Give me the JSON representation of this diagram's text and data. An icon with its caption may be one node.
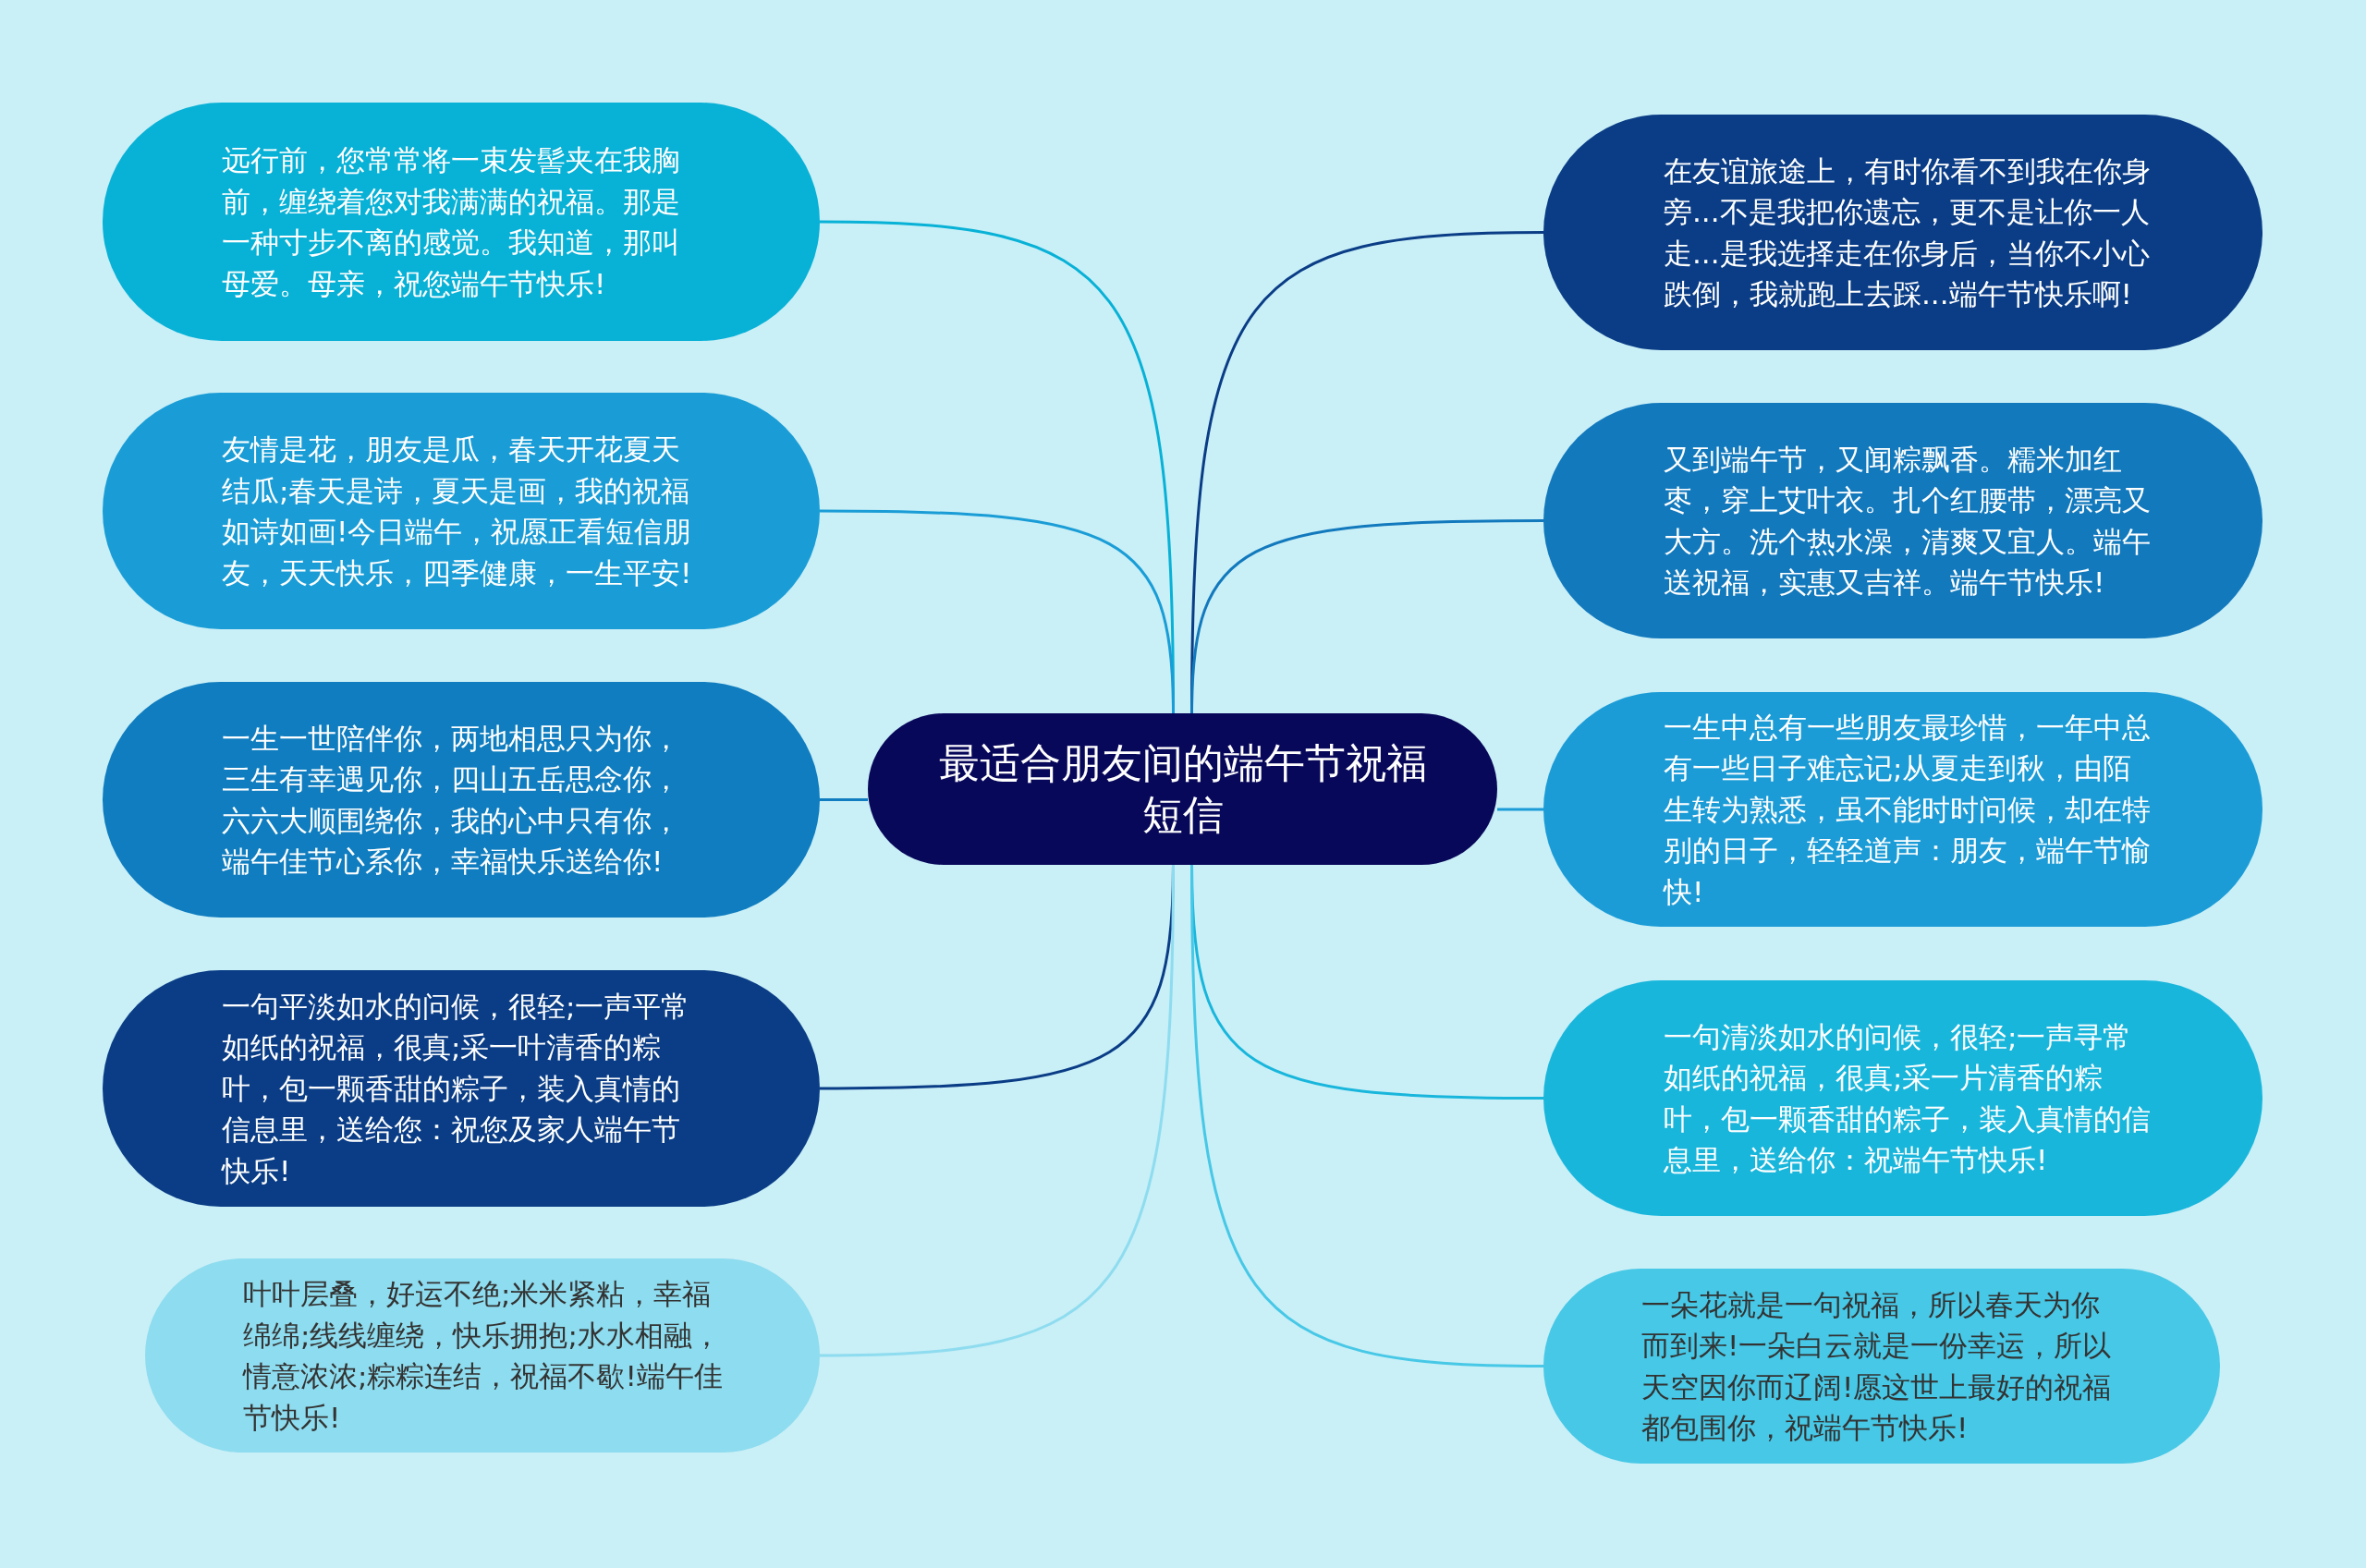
{
  "diagram": {
    "nodes": [
      {
        "text": [
          "最适合朋友间的端午节祝福短信"
        ]
      },
      {
        "text": [
          "远行前，您常常将一束发髻夹在我胸前，缠绕着您对我满满的祝福。那是一种寸步不离的感觉。我知道，那叫母爱。母亲，祝您端午节快乐!"
        ]
      },
      {
        "text": [
          "友情是花，朋友是瓜，春天开花夏天结瓜;春天是诗，夏天是画，我的祝福如诗如画!今日端午，祝愿正看短信朋友，天天快乐，四季健康，一生平安!"
        ]
      },
      {
        "text": [
          "一生一世陪伴你，两地相思只为你，三生有幸遇见你，四山五岳思念你，六六大顺围绕你，我的心中只有你，端午佳节心系你，幸福快乐送给你!"
        ]
      },
      {
        "text": [
          "一句平淡如水的问候，很轻;一声平常如纸的祝福，很真;采一叶清香的粽叶，包一颗香甜的粽子，装入真情的信息里，送给您：祝您及家人端午节快乐!"
        ]
      },
      {
        "text": [
          "叶叶层叠，好运不绝;米米紧粘，幸福绵绵;线线缠绕，快乐拥抱;水水相融，情意浓浓;粽粽连结，祝福不歇!端午佳节快乐!"
        ]
      },
      {
        "text": [
          "在友谊旅途上，有时你看不到我在你身旁...不是我把你遗忘，更不是让你一人走...是我选择走在你身后，当你不小心跌倒，我就跑上去踩...端午节快乐啊!"
        ]
      },
      {
        "text": [
          "又到端午节，又闻粽飘香。糯米加红枣，穿上艾叶衣。扎个红腰带，漂亮又大方。洗个热水澡，清爽又宜人。端午送祝福，实惠又吉祥。端午节快乐!"
        ]
      },
      {
        "text": [
          "一生中总有一些朋友最珍惜，一年中总有一些日子难忘记;从夏走到秋，由陌生转为熟悉，虽不能时时问候，却在特别的日子，轻轻道声：朋友，端午节愉快!"
        ]
      },
      {
        "text": [
          "一句清淡如水的问候，很轻;一声寻常如纸的祝福，很真;采一片清香的粽叶，包一颗香甜的粽子，装入真情的信息里，送给你：祝端午节快乐!"
        ]
      },
      {
        "text": [
          "一朵花就是一句祝福，所以春天为你而到来!一朵白云就是一份幸运，所以天空因你而辽阔!愿这世上最好的祝福都包围你，祝端午节快乐!"
        ]
      }
    ],
    "edges": [
      {
        "from": 0,
        "to": 1,
        "arrow": "none",
        "color": "#08b1d6"
      },
      {
        "from": 0,
        "to": 2,
        "arrow": "none",
        "color": "#1a9dd6"
      },
      {
        "from": 0,
        "to": 3,
        "arrow": "none",
        "color": "#0f7dbf"
      },
      {
        "from": 0,
        "to": 4,
        "arrow": "none",
        "color": "#0a3d86"
      },
      {
        "from": 0,
        "to": 5,
        "arrow": "none",
        "color": "#8edcef"
      },
      {
        "from": 0,
        "to": 6,
        "arrow": "none",
        "color": "#0a3d86"
      },
      {
        "from": 0,
        "to": 7,
        "arrow": "none",
        "color": "#1279bd"
      },
      {
        "from": 0,
        "to": 8,
        "arrow": "none",
        "color": "#1b9cd7"
      },
      {
        "from": 0,
        "to": 9,
        "arrow": "none",
        "color": "#19b6dc"
      },
      {
        "from": 0,
        "to": 10,
        "arrow": "none",
        "color": "#47c8e6"
      }
    ]
  }
}
